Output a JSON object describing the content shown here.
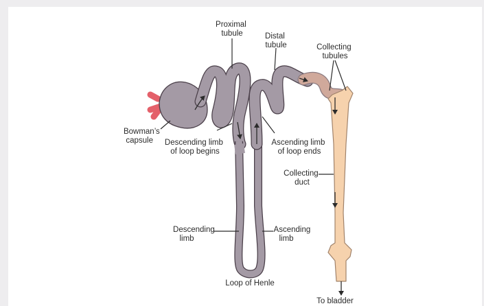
{
  "diagram": {
    "labels": {
      "proximal_tubule": [
        "Proximal",
        "tubule"
      ],
      "distal_tubule": [
        "Distal",
        "tubule"
      ],
      "collecting_tubules": [
        "Collecting",
        "tubules"
      ],
      "bowmans_capsule": [
        "Bowman’s",
        "capsule"
      ],
      "descending_limb_begins": [
        "Descending limb",
        "of loop begins"
      ],
      "ascending_limb_ends": [
        "Ascending limb",
        "of loop ends"
      ],
      "collecting_duct": [
        "Collecting",
        "duct"
      ],
      "descending_limb": [
        "Descending",
        "limb"
      ],
      "ascending_limb": [
        "Ascending",
        "limb"
      ],
      "loop_of_henle": "Loop of Henle",
      "to_bladder": "To bladder"
    },
    "colors": {
      "nephron": "#a49aa5",
      "nephron_stroke": "#4a3f49",
      "duct": "#f6d2ad",
      "duct_stroke": "#a0826a",
      "vessel": "#e4606a",
      "background": "#eeedef"
    }
  }
}
